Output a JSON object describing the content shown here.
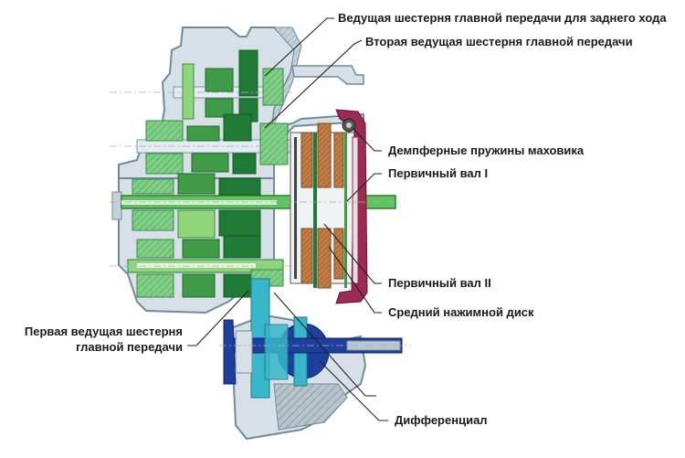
{
  "title": "Gearbox with dual clutch — cross-section",
  "colors": {
    "housing": "#c9d6de",
    "housing_stroke": "#6f8c9c",
    "green_light": "#8fd67a",
    "green_mid": "#59b85a",
    "green_dark": "#1f7a35",
    "shaft_green": "#5fc45c",
    "clutch_brown": "#b8743f",
    "flywheel_red": "#9c2a52",
    "diff_blue": "#1f3f9c",
    "diff_cyan": "#37b7c9",
    "leader": "#222222"
  },
  "labels": {
    "reverse_drive_gear": "Ведущая шестерня главной передачи для заднего хода",
    "second_drive_gear": "Вторая ведущая шестерня главной передачи",
    "damper_springs": "Демпферные пружины маховика",
    "input_shaft_1": "Первичный вал I",
    "input_shaft_2": "Первичный вал II",
    "middle_pressure_plate": "Средний нажимной диск",
    "first_drive_gear_line1": "Первая ведущая шестерня",
    "first_drive_gear_line2": "главной передачи",
    "differential": "Дифференциал"
  }
}
